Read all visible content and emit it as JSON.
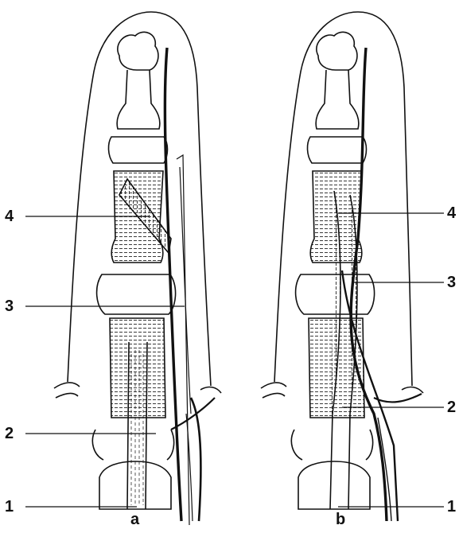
{
  "figure": {
    "panel_a": {
      "caption": "a",
      "labels": [
        "4",
        "3",
        "2",
        "1"
      ]
    },
    "panel_b": {
      "caption": "b",
      "labels": [
        "4",
        "3",
        "2",
        "1"
      ]
    }
  },
  "colors": {
    "ink": "#111111",
    "background": "#ffffff"
  }
}
